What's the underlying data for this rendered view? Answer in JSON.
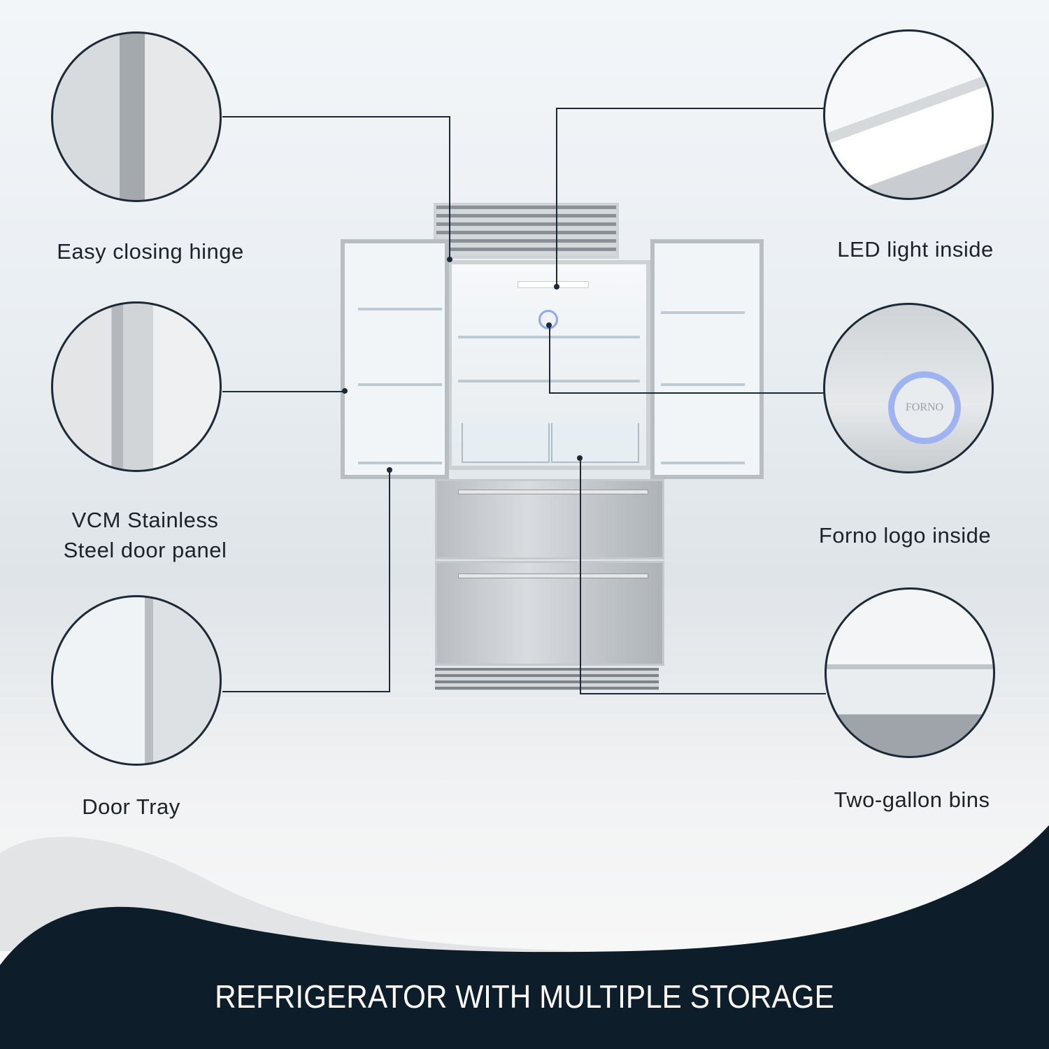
{
  "features": {
    "hinge": "Easy closing hinge",
    "door_panel_line1": "VCM Stainless",
    "door_panel_line2": "Steel door panel",
    "door_tray": "Door Tray",
    "led": "LED light inside",
    "logo": "Forno logo inside",
    "bins": "Two-gallon bins"
  },
  "logo_text": "FORNO",
  "banner": {
    "title": "REFRIGERATOR WITH MULTIPLE STORAGE"
  },
  "colors": {
    "navy": "#0d1e2a",
    "ring": "#8fa8f0"
  }
}
